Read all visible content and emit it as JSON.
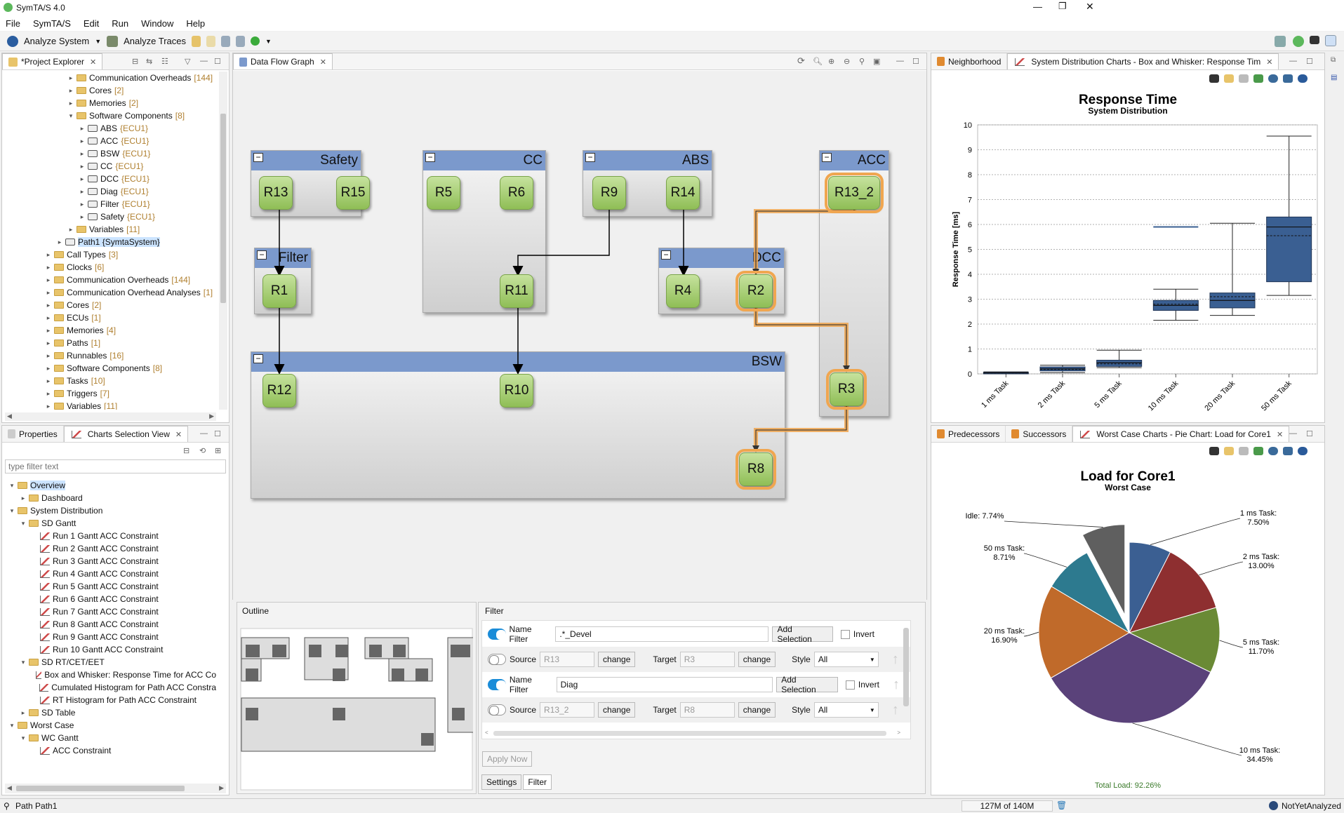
{
  "window": {
    "title": "SymTA/S 4.0"
  },
  "menu": [
    "File",
    "SymTA/S",
    "Edit",
    "Run",
    "Window",
    "Help"
  ],
  "toolbar": {
    "analyze_system": "Analyze System",
    "analyze_traces": "Analyze Traces"
  },
  "project_explorer": {
    "tab": "*Project Explorer",
    "items": [
      {
        "label": "Communication Overheads",
        "count": "[144]",
        "indent": 2,
        "kind": "folder",
        "exp": "closed"
      },
      {
        "label": "Cores",
        "count": "[2]",
        "indent": 2,
        "kind": "folder",
        "exp": "closed"
      },
      {
        "label": "Memories",
        "count": "[2]",
        "indent": 2,
        "kind": "folder",
        "exp": "closed"
      },
      {
        "label": "Software Components",
        "count": "[8]",
        "indent": 2,
        "kind": "folder",
        "exp": "open"
      },
      {
        "label": "ABS",
        "count": "{ECU1}",
        "indent": 3,
        "kind": "comp",
        "exp": "closed"
      },
      {
        "label": "ACC",
        "count": "{ECU1}",
        "indent": 3,
        "kind": "comp",
        "exp": "closed"
      },
      {
        "label": "BSW",
        "count": "{ECU1}",
        "indent": 3,
        "kind": "comp",
        "exp": "closed"
      },
      {
        "label": "CC",
        "count": "{ECU1}",
        "indent": 3,
        "kind": "comp",
        "exp": "closed"
      },
      {
        "label": "DCC",
        "count": "{ECU1}",
        "indent": 3,
        "kind": "comp",
        "exp": "closed"
      },
      {
        "label": "Diag",
        "count": "{ECU1}",
        "indent": 3,
        "kind": "comp",
        "exp": "closed"
      },
      {
        "label": "Filter",
        "count": "{ECU1}",
        "indent": 3,
        "kind": "comp",
        "exp": "closed"
      },
      {
        "label": "Safety",
        "count": "{ECU1}",
        "indent": 3,
        "kind": "comp",
        "exp": "closed"
      },
      {
        "label": "Variables",
        "count": "[11]",
        "indent": 2,
        "kind": "folder",
        "exp": "closed"
      },
      {
        "label": "Path1 {SymtaSystem}",
        "count": "",
        "indent": 1,
        "kind": "path",
        "exp": "closed",
        "selected": true
      },
      {
        "label": "Call Types",
        "count": "[3]",
        "indent": 0,
        "kind": "folder",
        "exp": "closed"
      },
      {
        "label": "Clocks",
        "count": "[6]",
        "indent": 0,
        "kind": "folder",
        "exp": "closed"
      },
      {
        "label": "Communication Overheads",
        "count": "[144]",
        "indent": 0,
        "kind": "folder",
        "exp": "closed"
      },
      {
        "label": "Communication Overhead Analyses",
        "count": "[1]",
        "indent": 0,
        "kind": "folder",
        "exp": "closed"
      },
      {
        "label": "Cores",
        "count": "[2]",
        "indent": 0,
        "kind": "folder",
        "exp": "closed"
      },
      {
        "label": "ECUs",
        "count": "[1]",
        "indent": 0,
        "kind": "folder",
        "exp": "closed"
      },
      {
        "label": "Memories",
        "count": "[4]",
        "indent": 0,
        "kind": "folder",
        "exp": "closed"
      },
      {
        "label": "Paths",
        "count": "[1]",
        "indent": 0,
        "kind": "folder",
        "exp": "closed"
      },
      {
        "label": "Runnables",
        "count": "[16]",
        "indent": 0,
        "kind": "folder",
        "exp": "closed"
      },
      {
        "label": "Software Components",
        "count": "[8]",
        "indent": 0,
        "kind": "folder",
        "exp": "closed"
      },
      {
        "label": "Tasks",
        "count": "[10]",
        "indent": 0,
        "kind": "folder",
        "exp": "closed"
      },
      {
        "label": "Triggers",
        "count": "[7]",
        "indent": 0,
        "kind": "folder",
        "exp": "closed"
      },
      {
        "label": "Variables",
        "count": "[11]",
        "indent": 0,
        "kind": "folder",
        "exp": "closed"
      }
    ]
  },
  "charts_selection": {
    "tabs": [
      "Properties",
      "Charts Selection View"
    ],
    "filter_placeholder": "type filter text",
    "items": [
      {
        "label": "Overview",
        "indent": 0,
        "kind": "folder",
        "exp": "open",
        "selected": true
      },
      {
        "label": "Dashboard",
        "indent": 1,
        "kind": "folder",
        "exp": "closed"
      },
      {
        "label": "System Distribution",
        "indent": 0,
        "kind": "folder",
        "exp": "open"
      },
      {
        "label": "SD Gantt",
        "indent": 1,
        "kind": "folder",
        "exp": "open"
      },
      {
        "label": "Run 1 Gantt ACC Constraint",
        "indent": 2,
        "kind": "chart"
      },
      {
        "label": "Run 2 Gantt ACC Constraint",
        "indent": 2,
        "kind": "chart"
      },
      {
        "label": "Run 3 Gantt ACC Constraint",
        "indent": 2,
        "kind": "chart"
      },
      {
        "label": "Run 4 Gantt ACC Constraint",
        "indent": 2,
        "kind": "chart"
      },
      {
        "label": "Run 5 Gantt ACC Constraint",
        "indent": 2,
        "kind": "chart"
      },
      {
        "label": "Run 6 Gantt ACC Constraint",
        "indent": 2,
        "kind": "chart"
      },
      {
        "label": "Run 7 Gantt ACC Constraint",
        "indent": 2,
        "kind": "chart"
      },
      {
        "label": "Run 8 Gantt ACC Constraint",
        "indent": 2,
        "kind": "chart"
      },
      {
        "label": "Run 9 Gantt ACC Constraint",
        "indent": 2,
        "kind": "chart"
      },
      {
        "label": "Run 10 Gantt ACC Constraint",
        "indent": 2,
        "kind": "chart"
      },
      {
        "label": "SD RT/CET/EET",
        "indent": 1,
        "kind": "folder",
        "exp": "open"
      },
      {
        "label": "Box and Whisker: Response Time for ACC Co",
        "indent": 2,
        "kind": "chart"
      },
      {
        "label": "Cumulated Histogram for Path ACC Constra",
        "indent": 2,
        "kind": "chart"
      },
      {
        "label": "RT Histogram for Path ACC Constraint",
        "indent": 2,
        "kind": "chart"
      },
      {
        "label": "SD Table",
        "indent": 1,
        "kind": "folder",
        "exp": "closed"
      },
      {
        "label": "Worst Case",
        "indent": 0,
        "kind": "folder",
        "exp": "open"
      },
      {
        "label": "WC Gantt",
        "indent": 1,
        "kind": "folder",
        "exp": "open"
      },
      {
        "label": "ACC Constraint",
        "indent": 2,
        "kind": "chart"
      }
    ]
  },
  "dataflow": {
    "tab": "Data Flow Graph",
    "components": [
      {
        "name": "Safety",
        "runnables": [
          "R13",
          "R15"
        ]
      },
      {
        "name": "CC",
        "runnables": [
          "R5",
          "R6",
          "R11"
        ]
      },
      {
        "name": "ABS",
        "runnables": [
          "R9",
          "R14"
        ]
      },
      {
        "name": "ACC",
        "runnables": [
          "R13_2",
          "R3"
        ]
      },
      {
        "name": "Filter",
        "runnables": [
          "R1"
        ]
      },
      {
        "name": "DCC",
        "runnables": [
          "R4",
          "R2"
        ]
      },
      {
        "name": "BSW",
        "runnables": [
          "R12",
          "R10",
          "R8"
        ]
      }
    ],
    "highlighted": [
      "R13_2",
      "R2",
      "R3",
      "R8"
    ]
  },
  "outline": {
    "title": "Outline"
  },
  "filter": {
    "title": "Filter",
    "rows": [
      {
        "type": "name",
        "on": true,
        "label": "Name Filter",
        "value": ".*_Devel",
        "add": "Add Selection",
        "invert": "Invert"
      },
      {
        "type": "source",
        "on": false,
        "label": "Source",
        "source": "R13",
        "change": "change",
        "target_label": "Target",
        "target": "R3",
        "style_label": "Style",
        "style": "All"
      },
      {
        "type": "name",
        "on": true,
        "label": "Name Filter",
        "value": "Diag",
        "add": "Add Selection",
        "invert": "Invert"
      },
      {
        "type": "source",
        "on": false,
        "label": "Source",
        "source": "R13_2",
        "change": "change",
        "target_label": "Target",
        "target": "R8",
        "style_label": "Style",
        "style": "All"
      }
    ],
    "apply": "Apply Now",
    "bottom_tabs": [
      "Settings",
      "Filter"
    ]
  },
  "right_top": {
    "tabs": [
      "Neighborhood",
      "System Distribution Charts - Box and Whisker: Response Tim"
    ]
  },
  "right_bottom": {
    "tabs": [
      "Predecessors",
      "Successors",
      "Worst Case Charts - Pie Chart: Load for Core1"
    ]
  },
  "chart_data": [
    {
      "type": "box",
      "title": "Response Time",
      "subtitle": "System Distribution",
      "ylabel": "Response Time [ms]",
      "ylim": [
        0,
        10
      ],
      "yticks": [
        "0",
        "1",
        "2",
        "3",
        "4",
        "5",
        "6",
        "7",
        "8",
        "9",
        "10"
      ],
      "categories": [
        "1 ms Task",
        "2 ms Task",
        "5 ms Task",
        "10 ms Task",
        "20 ms Task",
        "50 ms Task"
      ],
      "boxes": [
        {
          "min": 0.0,
          "q1": 0.02,
          "median": 0.04,
          "mean": 0.04,
          "q3": 0.06,
          "max": 0.08
        },
        {
          "min": 0.05,
          "q1": 0.12,
          "median": 0.2,
          "mean": 0.18,
          "q3": 0.28,
          "max": 0.35
        },
        {
          "min": 0.25,
          "q1": 0.3,
          "median": 0.45,
          "mean": 0.4,
          "q3": 0.55,
          "max": 0.95
        },
        {
          "min": 2.15,
          "q1": 2.55,
          "median": 2.75,
          "mean": 2.8,
          "q3": 2.95,
          "max": 3.4,
          "extra": 5.9
        },
        {
          "min": 2.35,
          "q1": 2.65,
          "median": 2.95,
          "mean": 3.1,
          "q3": 3.25,
          "max": 6.05
        },
        {
          "min": 3.15,
          "q1": 3.7,
          "median": 5.9,
          "mean": 5.55,
          "q3": 6.3,
          "max": 9.55
        }
      ]
    },
    {
      "type": "pie",
      "title": "Load for Core1",
      "subtitle": "Worst Case",
      "footer": "Total Load: 92.26%",
      "slices": [
        {
          "name": "1 ms Task",
          "label1": "1 ms Task:",
          "label2": "7.50%",
          "value": 7.5,
          "color": "#3b5f92"
        },
        {
          "name": "2 ms Task",
          "label1": "2 ms Task:",
          "label2": "13.00%",
          "value": 13.0,
          "color": "#8e2f30"
        },
        {
          "name": "5 ms Task",
          "label1": "5 ms Task:",
          "label2": "11.70%",
          "value": 11.7,
          "color": "#6a8a35"
        },
        {
          "name": "10 ms Task",
          "label1": "10 ms Task:",
          "label2": "34.45%",
          "value": 34.45,
          "color": "#5a427a"
        },
        {
          "name": "20 ms Task",
          "label1": "20 ms Task:",
          "label2": "16.90%",
          "value": 16.9,
          "color": "#c06a2a"
        },
        {
          "name": "50 ms Task",
          "label1": "50 ms Task:",
          "label2": "8.71%",
          "value": 8.71,
          "color": "#2d7a8f"
        },
        {
          "name": "Idle",
          "label1": "Idle: 7.74%",
          "label2": "",
          "value": 7.74,
          "color": "#5f5f5f",
          "exploded": true
        }
      ]
    }
  ],
  "status": {
    "left": "Path Path1",
    "memory": "127M of 140M",
    "right": "NotYetAnalyzed"
  }
}
